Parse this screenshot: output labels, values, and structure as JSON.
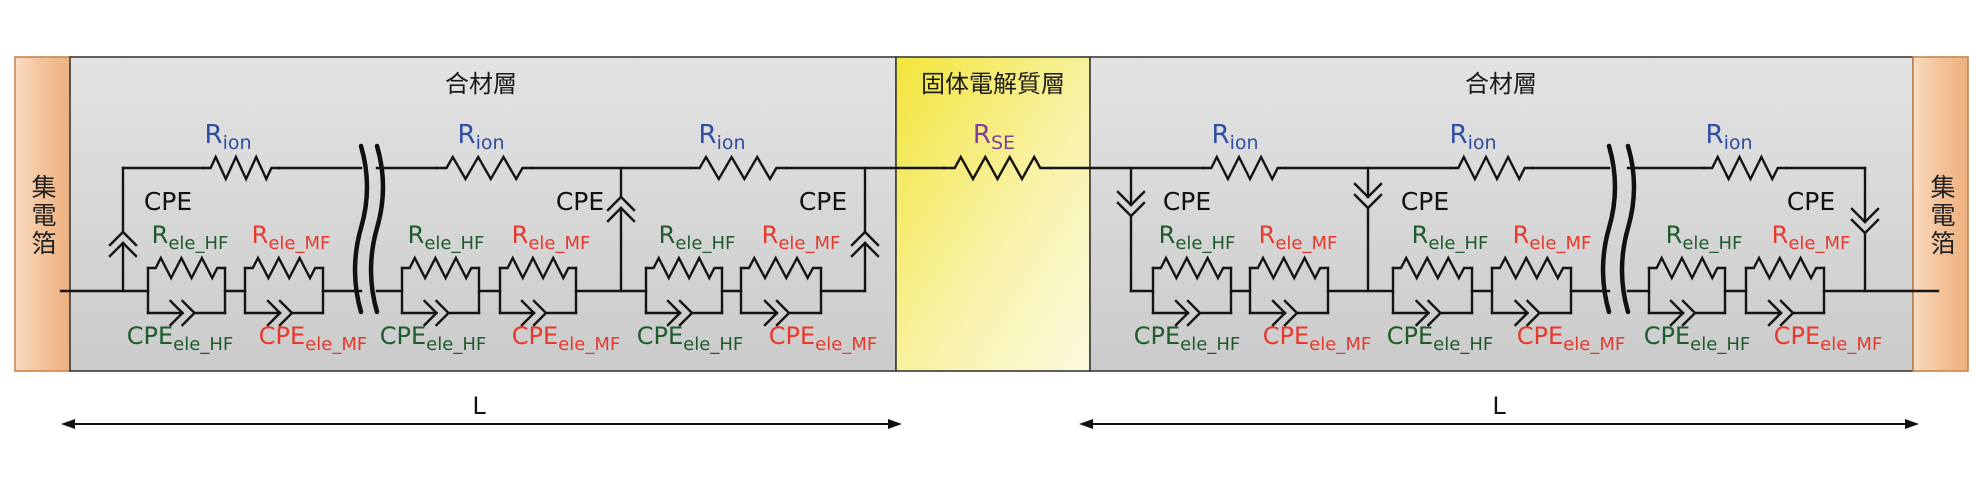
{
  "layers": {
    "left_composite_title": "合材層",
    "solid_electrolyte_title": "固体電解質層",
    "right_composite_title": "合材層",
    "left_collector": "集電箔",
    "right_collector": "集電箔"
  },
  "labels": {
    "r_ion": {
      "main": "R",
      "sub": "ion"
    },
    "r_se": {
      "main": "R",
      "sub": "SE"
    },
    "cpe": "CPE",
    "r_ele_hf": {
      "main": "R",
      "sub": "ele_HF"
    },
    "r_ele_mf": {
      "main": "R",
      "sub": "ele_MF"
    },
    "cpe_ele_hf": {
      "main": "CPE",
      "sub": "ele_HF"
    },
    "cpe_ele_mf": {
      "main": "CPE",
      "sub": "ele_MF"
    }
  },
  "dimensions": {
    "left_length": "L",
    "right_length": "L"
  },
  "colors": {
    "r_ion": "#2f4da0",
    "r_se": "#7e3f98",
    "hf": "#1e5a2c",
    "mf": "#e5392c",
    "collector": "#f4c39a",
    "composite": "#cbcbcb",
    "electrolyte": "#f3e53a"
  }
}
